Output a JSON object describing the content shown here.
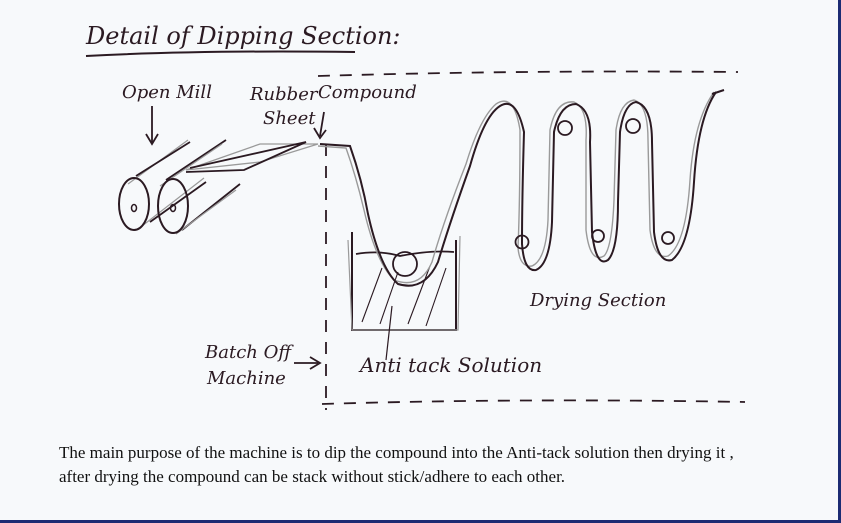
{
  "diagram": {
    "title": "Detail of Dipping Section:",
    "labels": {
      "open_mill": "Open Mill",
      "rubber_sheet_line1": "Rubber",
      "rubber_sheet_line2": "Sheet",
      "compound": "Compound",
      "drying_section": "Drying Section",
      "batch_off_line1": "Batch Off",
      "batch_off_line2": "Machine",
      "antitack_solution": "Anti tack Solution"
    }
  },
  "caption": {
    "line1": "The main purpose of the machine is to dip the compound into the Anti-tack solution then drying it ,",
    "line2": "after drying the compound can be stack without stick/adhere to each other."
  },
  "colors": {
    "ink": "#2b1a22",
    "pencil": "#9a9a9a",
    "border": "#1c2b73",
    "paper": "#f7f9fb"
  }
}
